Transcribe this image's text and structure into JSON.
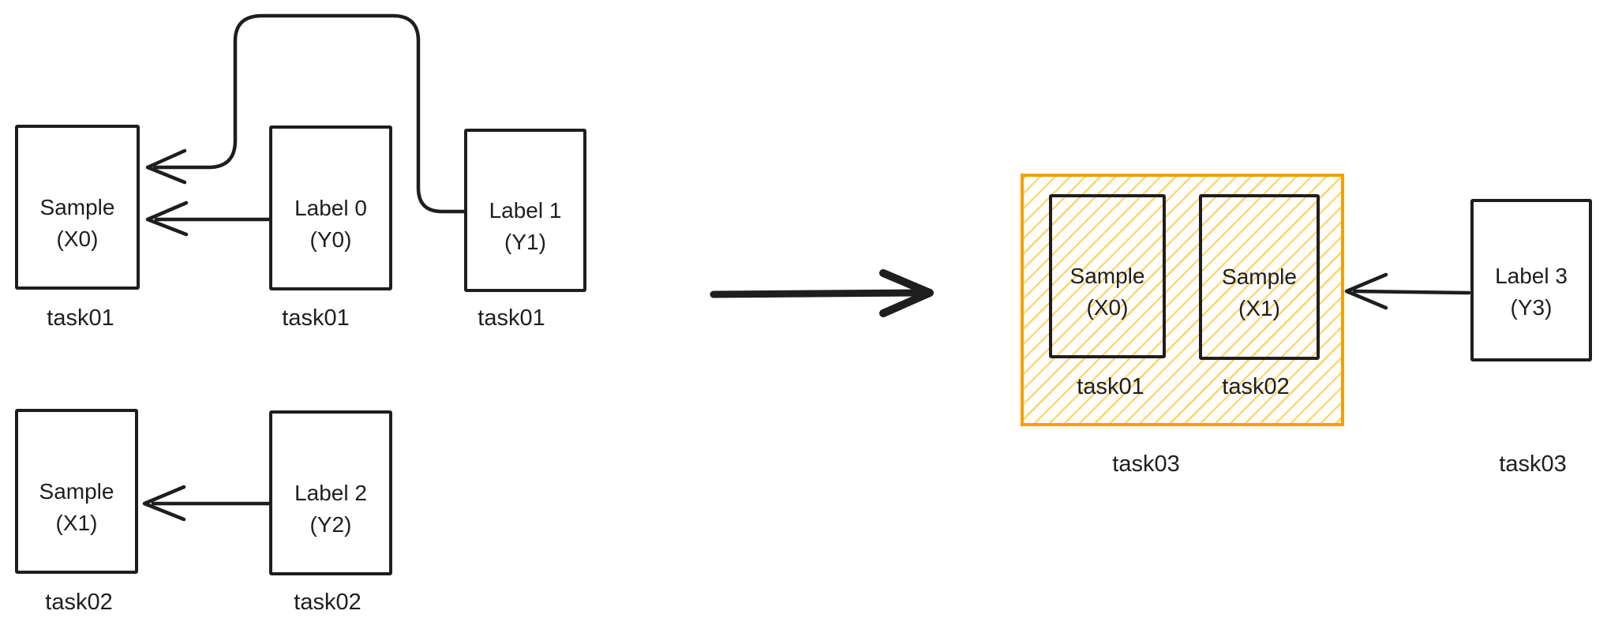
{
  "diagram": {
    "colors": {
      "stroke": "#1e1e1e",
      "container_border": "#f59f00",
      "hatch": "#ffcb4b",
      "background": "#ffffff"
    },
    "nodes": {
      "sample_x0": {
        "line1": "Sample",
        "line2": "(X0)",
        "caption": "task01"
      },
      "label_0": {
        "line1": "Label 0",
        "line2": "(Y0)",
        "caption": "task01"
      },
      "label_1": {
        "line1": "Label 1",
        "line2": "(Y1)",
        "caption": "task01"
      },
      "sample_x1": {
        "line1": "Sample",
        "line2": "(X1)",
        "caption": "task02"
      },
      "label_2": {
        "line1": "Label 2",
        "line2": "(Y2)",
        "caption": "task02"
      },
      "merged_sample_x0": {
        "line1": "Sample",
        "line2": "(X0)",
        "caption": "task01"
      },
      "merged_sample_x1": {
        "line1": "Sample",
        "line2": "(X1)",
        "caption": "task02"
      },
      "merged_container": {
        "caption": "task03"
      },
      "label_3": {
        "line1": "Label 3",
        "line2": "(Y3)",
        "caption": "task03"
      }
    }
  }
}
